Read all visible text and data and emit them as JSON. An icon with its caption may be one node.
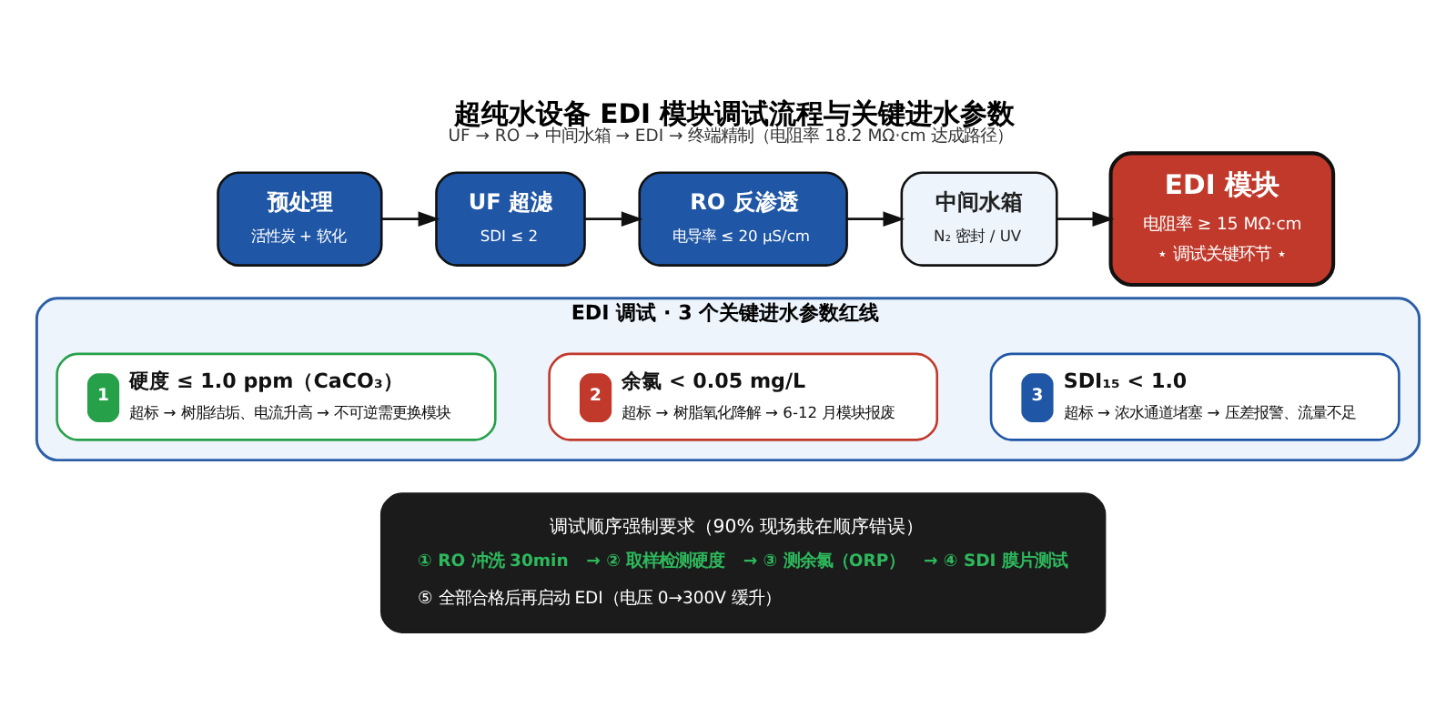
{
  "diagram": {
    "title": "超纯水设备 EDI 模块调试流程与关键进水参数",
    "caption": "UF → RO → 中间水箱 → EDI → 终端精制（电阻率 18.2 MΩ·cm 达成路径）",
    "nodes": [
      {
        "text": [
          "预处理",
          "活性炭 + 软化"
        ]
      },
      {
        "text": [
          "UF 超滤",
          "SDI ≤ 2"
        ]
      },
      {
        "text": [
          "RO 反渗透",
          "电导率 ≤ 20 µS/cm"
        ]
      },
      {
        "text": [
          "中间水箱",
          "N₂ 密封 / UV"
        ]
      },
      {
        "text": [
          "EDI 模块",
          "电阻率 ≥ 15 MΩ·cm",
          "⋆ 调试关键环节 ⋆"
        ]
      },
      {
        "text": [
          "EDI 调试 · 3 个关键进水参数红线"
        ]
      },
      {
        "text": [
          "1",
          "硬度 ≤ 1.0 ppm（CaCO₃）",
          "超标 → 树脂结垢、电流升高 → 不可逆需更换模块"
        ],
        "in": 5
      },
      {
        "text": [
          "2",
          "余氯 < 0.05 mg/L",
          "超标 → 树脂氧化降解 → 6-12 月模块报废"
        ],
        "in": 5
      },
      {
        "text": [
          "3",
          "SDI₁₅ < 1.0",
          "超标 → 浓水通道堵塞 → 压差报警、流量不足"
        ],
        "in": 5
      },
      {
        "text": [
          "调试顺序强制要求（90% 现场栽在顺序错误）",
          "① RO 冲洗 30min",
          "→ ② 取样检测硬度",
          "→ ③ 测余氯（ORP）",
          "→ ④ SDI 膜片测试",
          "⑤ 全部合格后再启动 EDI（电压 0→300V 缓升）"
        ]
      }
    ],
    "edges": [
      {
        "from": 0,
        "to": 1,
        "arrow": "to"
      },
      {
        "from": 1,
        "to": 2,
        "arrow": "to"
      },
      {
        "from": 2,
        "to": 3,
        "arrow": "to"
      },
      {
        "from": 3,
        "to": 4,
        "arrow": "to"
      }
    ]
  }
}
